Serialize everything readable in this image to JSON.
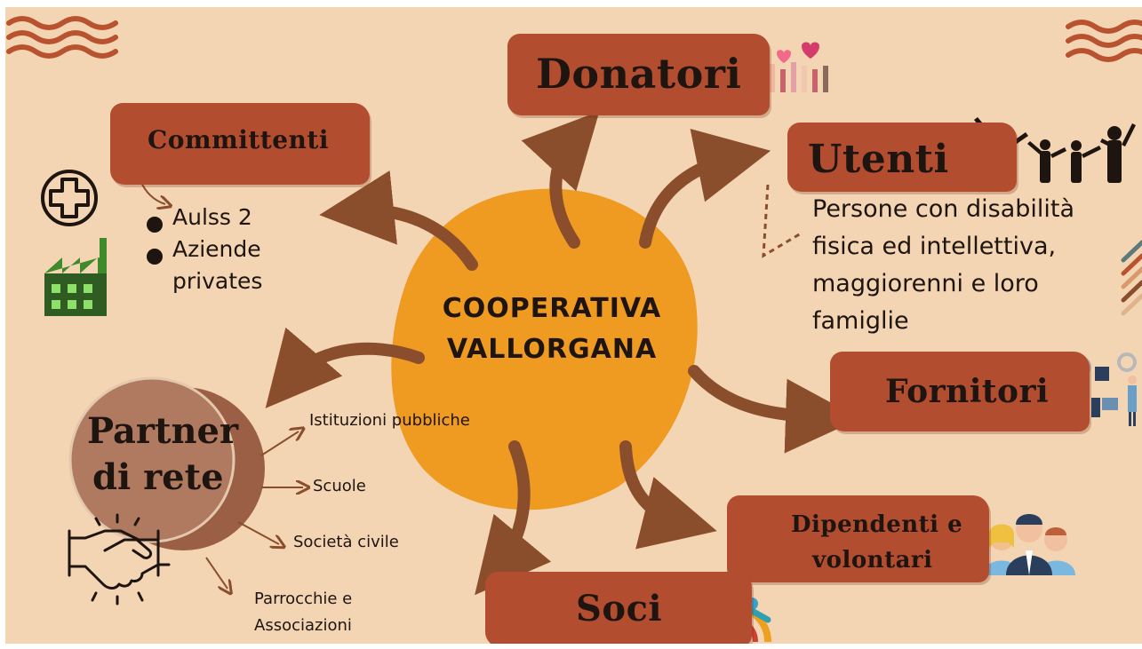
{
  "center": {
    "line1": "COOPERATIVA",
    "line2": "VALLORGANA"
  },
  "donatori": {
    "label": "Donatori"
  },
  "utenti": {
    "label": "Utenti",
    "desc": [
      "Persone con disabilità",
      "fisica ed intellettiva,",
      "maggiorenni  e loro",
      "famiglie"
    ]
  },
  "committenti": {
    "label": "Committenti",
    "items": [
      "Aulss 2",
      "Aziende",
      "privates"
    ]
  },
  "fornitori": {
    "label": "Fornitori"
  },
  "dipendenti": {
    "line1": "Dipendenti e",
    "line2": "volontari"
  },
  "soci": {
    "label": "Soci"
  },
  "partner": {
    "line1": "Partner",
    "line2": "di rete",
    "items": [
      "Istituzioni pubbliche",
      "Scuole",
      "Società civile",
      "Parrocchie e",
      "Associazioni"
    ]
  },
  "colors": {
    "background": "#f3d5b3",
    "box": "#b24d2f",
    "center": "#ef9b22",
    "arrow": "#8a4e2c",
    "text": "#1e1410"
  }
}
